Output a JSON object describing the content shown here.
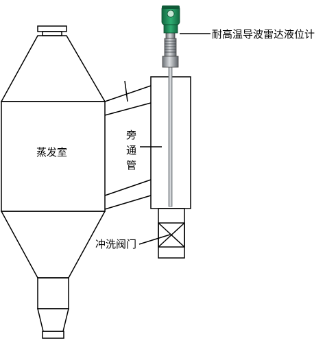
{
  "labels": {
    "evaporator": "蒸发室",
    "bypass_char_1": "旁",
    "bypass_char_2": "通",
    "bypass_char_3": "管",
    "flush_valve": "冲洗阀门",
    "level_meter": "耐高温导波雷达液位计"
  },
  "colors": {
    "line": "#000000",
    "transmitter_green": "#1e8a5a",
    "probe_gray": "#9aa0a6"
  }
}
